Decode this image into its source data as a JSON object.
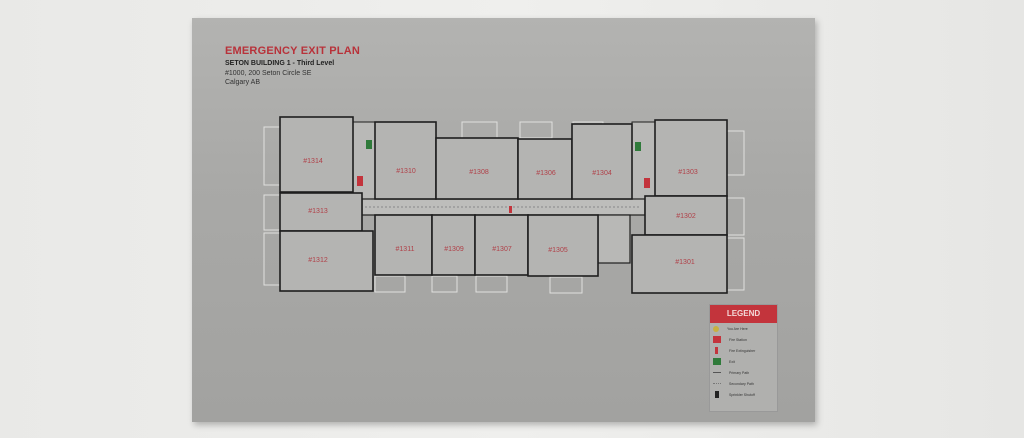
{
  "sign": {
    "title": "EMERGENCY EXIT PLAN",
    "subtitle": "SETON BUILDING 1 - Third Level",
    "address_line1": "#1000, 200 Seton Circle SE",
    "address_line2": "Calgary AB"
  },
  "rooms": [
    "#1314",
    "#1313",
    "#1312",
    "#1310",
    "#1308",
    "#1306",
    "#1304",
    "#1303",
    "#1302",
    "#1301",
    "#1311",
    "#1309",
    "#1307",
    "#1305"
  ],
  "legend": {
    "title": "LEGEND",
    "items": [
      {
        "label": "You Are Here",
        "icon": "you-are-here-icon",
        "color": "#c8b040"
      },
      {
        "label": "Fire Station",
        "icon": "fire-station-icon",
        "color": "#c3343c"
      },
      {
        "label": "Fire Extinguisher",
        "icon": "fire-extinguisher-icon",
        "color": "#c3343c"
      },
      {
        "label": "Exit",
        "icon": "exit-icon",
        "color": "#2f7a3a"
      },
      {
        "label": "Primary Path",
        "icon": "primary-path-icon",
        "color": "#555555"
      },
      {
        "label": "Secondary Path",
        "icon": "secondary-path-icon",
        "color": "#777777"
      },
      {
        "label": "Sprinkler Shutoff",
        "icon": "sprinkler-shutoff-icon",
        "color": "#222222"
      }
    ]
  },
  "colors": {
    "accent": "#c3343c",
    "plate": "#aaaaa8",
    "wall": "#1e1e1e"
  }
}
